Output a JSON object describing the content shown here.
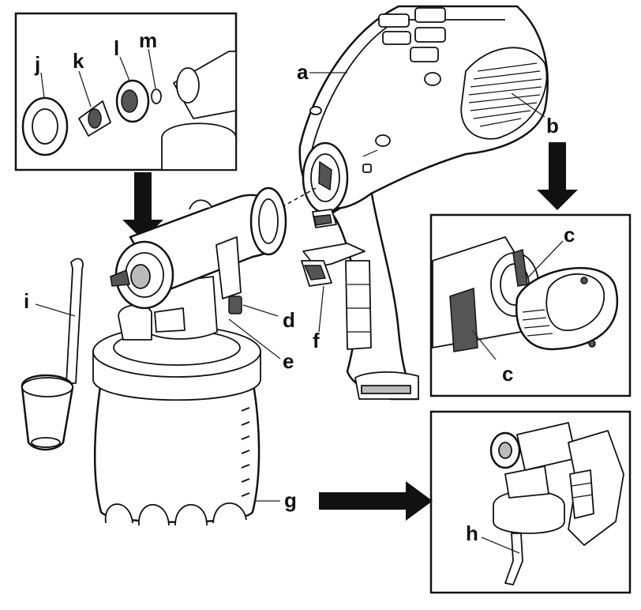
{
  "labels": {
    "a": "a",
    "b": "b",
    "c_top": "c",
    "c_bottom": "c",
    "d": "d",
    "e": "e",
    "f": "f",
    "g": "g",
    "h": "h",
    "i": "i",
    "j": "j",
    "k": "k",
    "l": "l",
    "m": "m"
  }
}
